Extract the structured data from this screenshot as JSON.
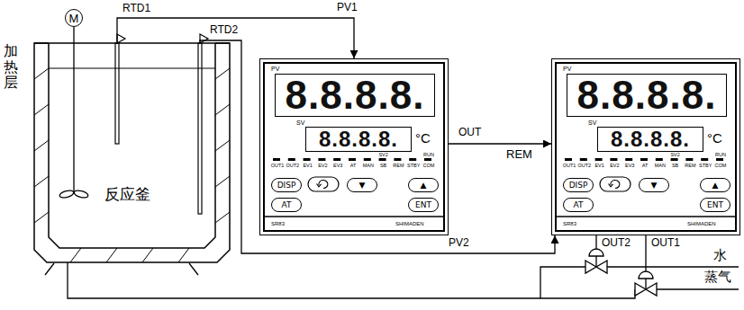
{
  "diagram": {
    "nodes": [
      {
        "text": [
          "M"
        ]
      },
      {
        "text": [
          "反应釜"
        ]
      },
      {
        "text": [
          "PV",
          "SV",
          "°C",
          "OUT1",
          "OUT2",
          "EV1",
          "EV2",
          "EV3",
          "AT",
          "MAN",
          "SV2",
          "SB",
          "REM",
          "STBY",
          "RUN",
          "COM",
          "SR83",
          "SHIMADEN"
        ]
      },
      {
        "text": [
          "8.8.8.8."
        ],
        "in": 2
      },
      {
        "text": [
          "8.8.8.8."
        ],
        "in": 2
      },
      {
        "text": [
          "DISP"
        ],
        "in": 2
      },
      {
        "text": [
          "▼"
        ],
        "in": 2
      },
      {
        "text": [
          "▲"
        ],
        "in": 2
      },
      {
        "text": [
          "AT"
        ],
        "in": 2
      },
      {
        "text": [
          "ENT"
        ],
        "in": 2
      },
      {
        "text": [
          "PV",
          "SV",
          "°C",
          "OUT1",
          "OUT2",
          "EV1",
          "EV2",
          "EV3",
          "AT",
          "MAN",
          "SV2",
          "SB",
          "REM",
          "STBY",
          "RUN",
          "COM",
          "SR83",
          "SHIMADEN"
        ]
      },
      {
        "text": [
          "8.8.8.8."
        ],
        "in": 10
      },
      {
        "text": [
          "8.8.8.8."
        ],
        "in": 10
      },
      {
        "text": [
          "DISP"
        ],
        "in": 10
      },
      {
        "text": [
          "▼"
        ],
        "in": 10
      },
      {
        "text": [
          "▲"
        ],
        "in": 10
      },
      {
        "text": [
          "AT"
        ],
        "in": 10
      },
      {
        "text": [
          "ENT"
        ],
        "in": 10
      }
    ],
    "edges": [
      {
        "from": 1,
        "to": 2,
        "label": "PV1",
        "arrow": "to"
      },
      {
        "from": 2,
        "to": 10,
        "label": "OUT",
        "arrow": "to"
      },
      {
        "from": 1,
        "to": 10,
        "label": "PV2",
        "arrow": "to"
      }
    ],
    "labels": [
      "加热层",
      "RTD1",
      "RTD2",
      "REM",
      "OUT2",
      "OUT1",
      "水",
      "蒸气"
    ]
  }
}
